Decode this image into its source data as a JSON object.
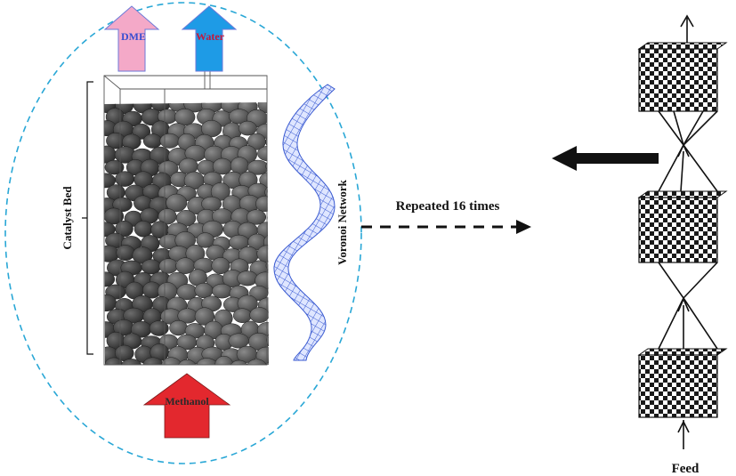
{
  "left_panel": {
    "outlet_arrows": [
      {
        "label": "DME",
        "fill": "#f4a9c8",
        "text_color": "#3a4fd0"
      },
      {
        "label": "Water",
        "fill": "#1e9be6",
        "text_color": "#c4173a"
      }
    ],
    "inlet_arrow": {
      "label": "Methanol",
      "fill": "#e3282e",
      "text_color": "#2a2a2a"
    },
    "catalyst_bed_label": "Catalyst Bed",
    "voronoi_label": "Voronoi Network",
    "colors": {
      "ellipse_border": "#29a7d6",
      "particle_dark": "#3e3e3e",
      "particle_light": "#6a6a6a",
      "voronoi_mesh": "#3b5bd1"
    }
  },
  "connector": {
    "label": "Repeated 16 times"
  },
  "right_panel": {
    "feed_label": "Feed",
    "block_count": 3
  }
}
